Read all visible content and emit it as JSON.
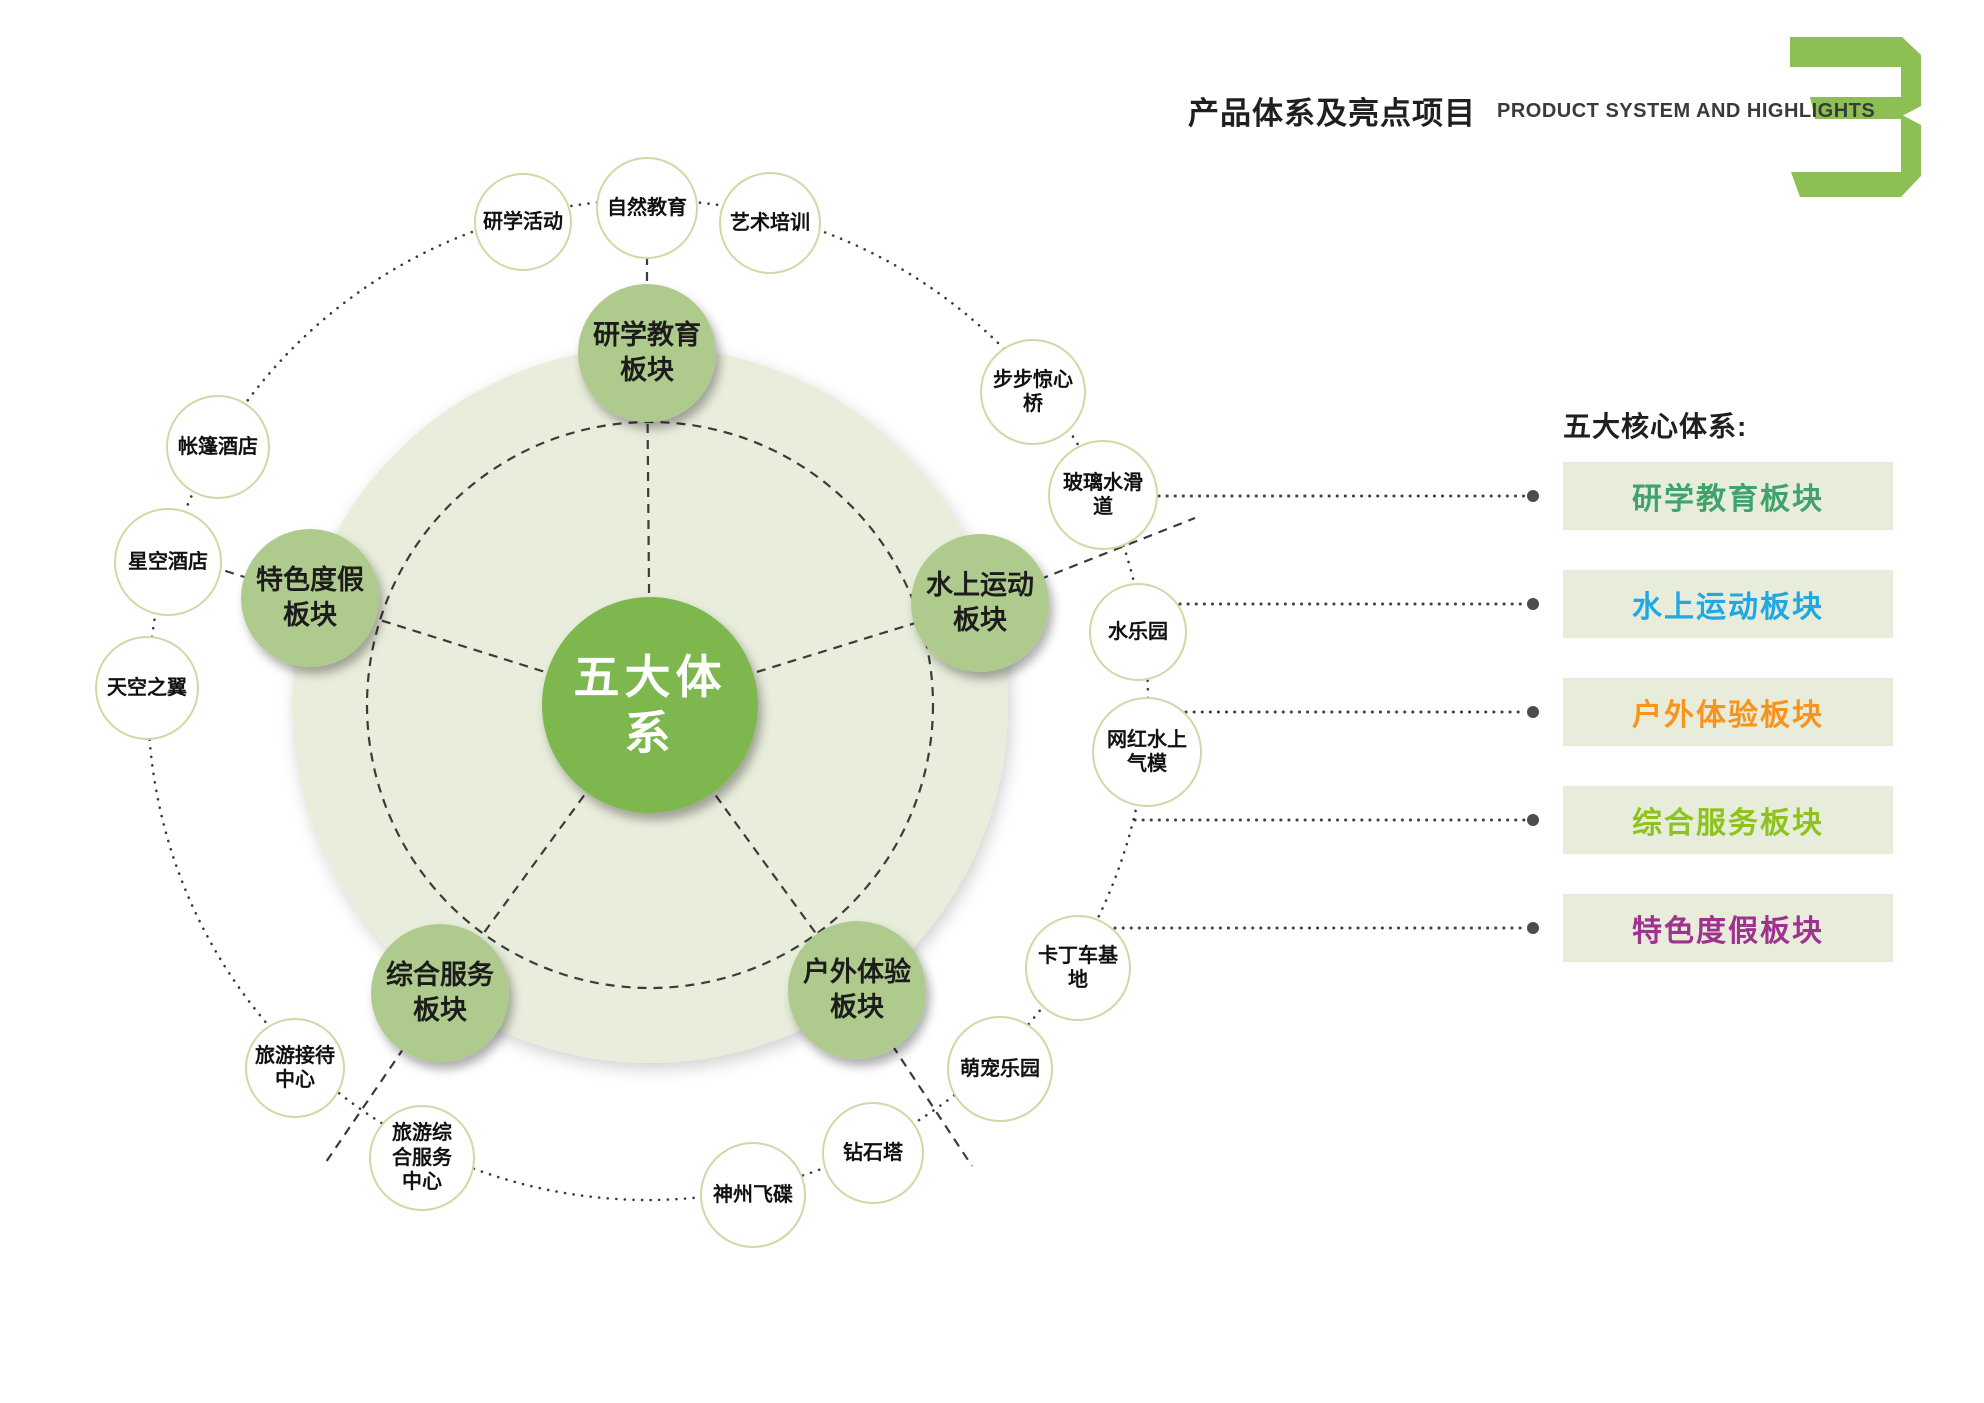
{
  "header": {
    "title_zh": "产品体系及亮点项目",
    "title_en": "PRODUCT SYSTEM AND HIGHLIGHTS",
    "chapter_number": "3"
  },
  "legend": {
    "title": "五大核心体系:",
    "items": [
      {
        "label": "研学教育板块",
        "color": "#3FA36B"
      },
      {
        "label": "水上运动板块",
        "color": "#1FA8E1"
      },
      {
        "label": "户外体验板块",
        "color": "#F7941D"
      },
      {
        "label": "综合服务板块",
        "color": "#8EC31F"
      },
      {
        "label": "特色度假板块",
        "color": "#A0328F"
      }
    ]
  },
  "diagram": {
    "center_label": "五大体系",
    "sectors": [
      "研学教育板块",
      "水上运动板块",
      "户外体验板块",
      "综合服务板块",
      "特色度假板块"
    ],
    "projects": [
      "研学活动",
      "自然教育",
      "艺术培训",
      "步步惊心桥",
      "玻璃水滑道",
      "水乐园",
      "网红水上气模",
      "卡丁车基地",
      "萌宠乐园",
      "钻石塔",
      "神州飞碟",
      "旅游综合服务中心",
      "旅游接待中心",
      "天空之翼",
      "星空酒店",
      "帐篷酒店"
    ]
  },
  "colors": {
    "chapter_green": "#8DC054",
    "center_circle_green": "#7DB74D",
    "sector_circle_green": "#AECB8D",
    "halo_green": "#E9EDDB",
    "legend_box_bg": "#E8EDDB",
    "circle_border": "#C9DCA7",
    "line_color": "#3b3b3b"
  }
}
